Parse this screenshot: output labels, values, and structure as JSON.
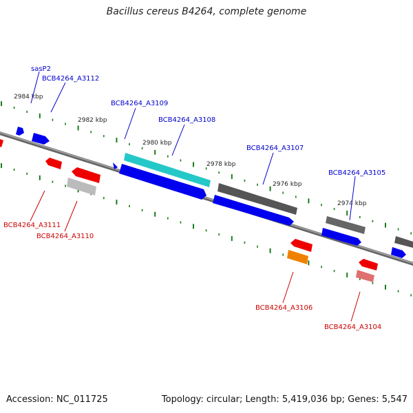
{
  "title": "Bacillus cereus B4264, complete genome",
  "footer": {
    "accession": "Accession: NC_011725",
    "summary": "Topology: circular; Length: 5,419,036 bp; Genes: 5,547"
  },
  "colors": {
    "backbone": "#777777",
    "tick": "#1a7a1a",
    "forward_cds": "#0000ee",
    "reverse_cds": "#ee0000",
    "forward_label": "#0000cc",
    "reverse_label": "#cc0000",
    "other_gene_teal": "#20c4c4",
    "other_gene_dark": "#555555",
    "other_gene_light": "#bbbbbb",
    "other_gene_orange": "#f08000",
    "other_gene_pink": "#e07070"
  },
  "kbp_labels": [
    "2984 kbp",
    "2982 kbp",
    "2980 kbp",
    "2978 kbp",
    "2976 kbp",
    "2974 kbp"
  ],
  "forward_labels": [
    "sasP2",
    "BCB4264_A3112",
    "BCB4264_A3109",
    "BCB4264_A3108",
    "BCB4264_A3107",
    "BCB4264_A3105"
  ],
  "reverse_labels": [
    "BCB4264_A3111",
    "BCB4264_A3110",
    "BCB4264_A3106",
    "BCB4264_A3104"
  ]
}
